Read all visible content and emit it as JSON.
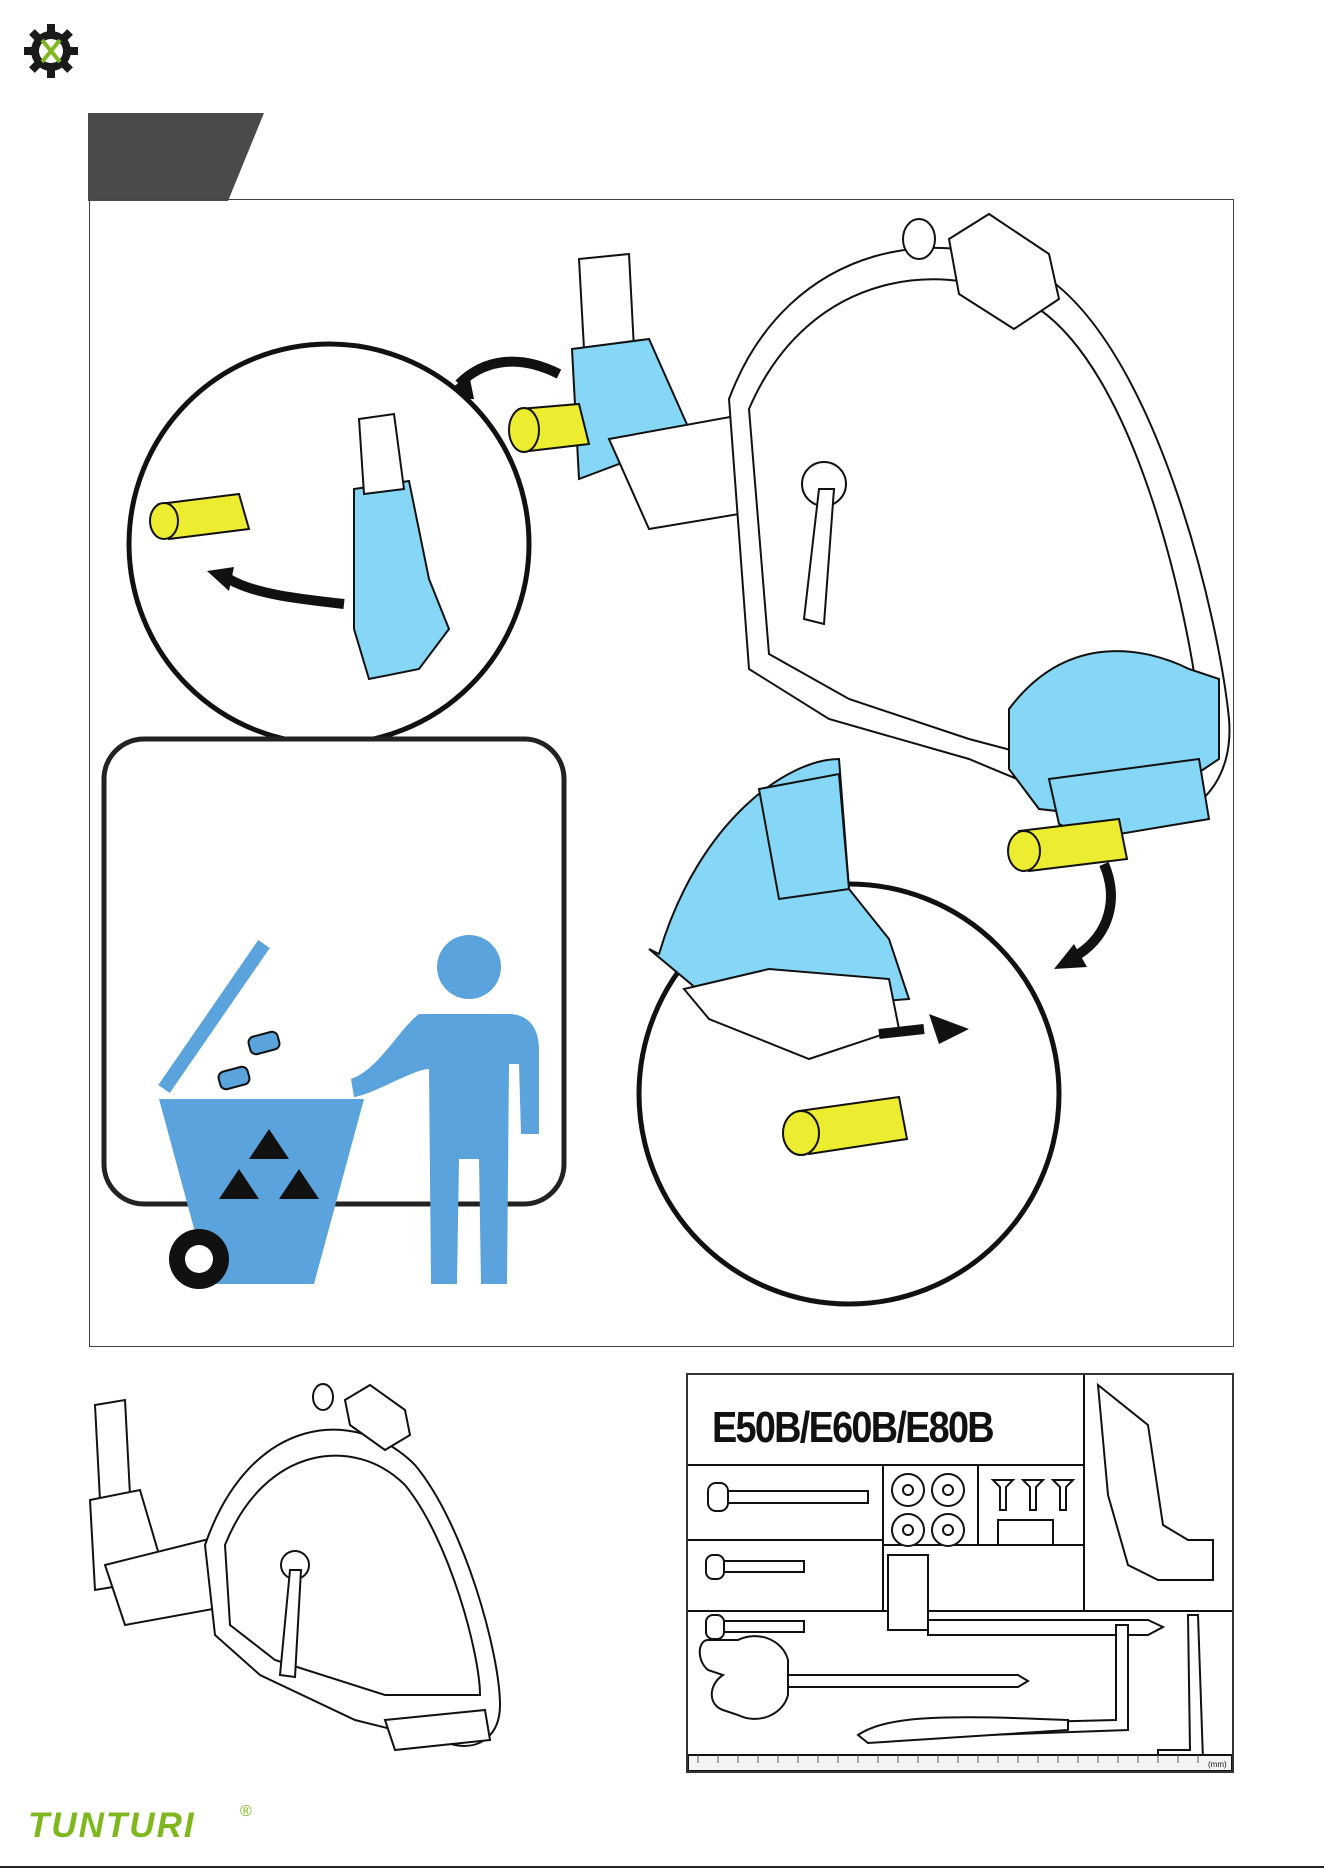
{
  "header": {
    "logo_icon": "gear-wrench-icon",
    "step_tab_color": "#4a4a4a"
  },
  "main_figure": {
    "callout_top_left": "zoom-circle-rear-foot",
    "callout_bottom_right": "zoom-circle-front-foot",
    "recycle_panel_icon": "recycle-bin-person-icon",
    "highlight_blue": "#86d6f5",
    "highlight_yellow": "#ecec30"
  },
  "parts_card": {
    "title": "E50B/E60B/E80B",
    "ruler_unit": "(mm)"
  },
  "footer": {
    "brand": "TUNTURI",
    "registered": "®",
    "brand_color": "#7fb81e"
  }
}
